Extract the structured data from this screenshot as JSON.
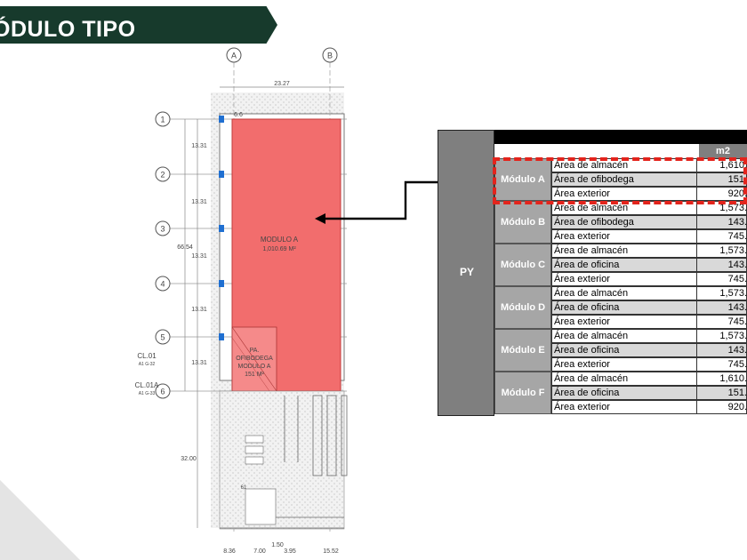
{
  "header": {
    "title": "ÓDULO TIPO"
  },
  "plan": {
    "top_axes": [
      "A",
      "B"
    ],
    "side_axes": [
      "1",
      "2",
      "3",
      "4",
      "5",
      "6"
    ],
    "dim_top": "23.27",
    "dim_small": "6.6",
    "dims_side": [
      "13.31",
      "13.31",
      "13.31",
      "13.31",
      "13.31"
    ],
    "dim_total": "66.54",
    "dim_lower": "32.00",
    "dims_bottom": [
      "8.36",
      "7.00",
      "3.95",
      "15.52"
    ],
    "dim_bottom_mid": "1.50",
    "module_label": "MODULO A",
    "module_area": "1,010.69 M²",
    "office_label": [
      "PA.",
      "OFIBODEGA",
      "MODULO A",
      "151 M²"
    ],
    "callouts": [
      "CL.01",
      "CL.01A"
    ],
    "callout_sub": [
      "A1 G-32",
      "A1 G-33"
    ],
    "parking_label": "61",
    "colors": {
      "module_fill": "#f26d6d",
      "column_marker": "#1f6fd1",
      "arrow": "#000000"
    }
  },
  "table": {
    "group_label": "PY",
    "unit_header": "m2",
    "modules": [
      {
        "name": "Módulo A",
        "rows": [
          {
            "label": "Área de almacén",
            "value": "1,610."
          },
          {
            "label": "Área de ofibodega",
            "value": "151."
          },
          {
            "label": "Área exterior",
            "value": "920."
          }
        ]
      },
      {
        "name": "Módulo B",
        "rows": [
          {
            "label": "Área de almacén",
            "value": "1,573."
          },
          {
            "label": "Área de ofibodega",
            "value": "143."
          },
          {
            "label": "Área exterior",
            "value": "745."
          }
        ]
      },
      {
        "name": "Módulo C",
        "rows": [
          {
            "label": "Área de almacén",
            "value": "1,573."
          },
          {
            "label": "Área de oficina",
            "value": "143."
          },
          {
            "label": "Área exterior",
            "value": "745."
          }
        ]
      },
      {
        "name": "Módulo D",
        "rows": [
          {
            "label": "Área de almacén",
            "value": "1,573."
          },
          {
            "label": "Área de oficina",
            "value": "143."
          },
          {
            "label": "Área exterior",
            "value": "745."
          }
        ]
      },
      {
        "name": "Módulo E",
        "rows": [
          {
            "label": "Área de almacén",
            "value": "1,573."
          },
          {
            "label": "Área de oficina",
            "value": "143."
          },
          {
            "label": "Área exterior",
            "value": "745."
          }
        ]
      },
      {
        "name": "Módulo F",
        "rows": [
          {
            "label": "Área de almacén",
            "value": "1,610."
          },
          {
            "label": "Área de oficina",
            "value": "151."
          },
          {
            "label": "Área exterior",
            "value": "920."
          }
        ]
      }
    ]
  }
}
